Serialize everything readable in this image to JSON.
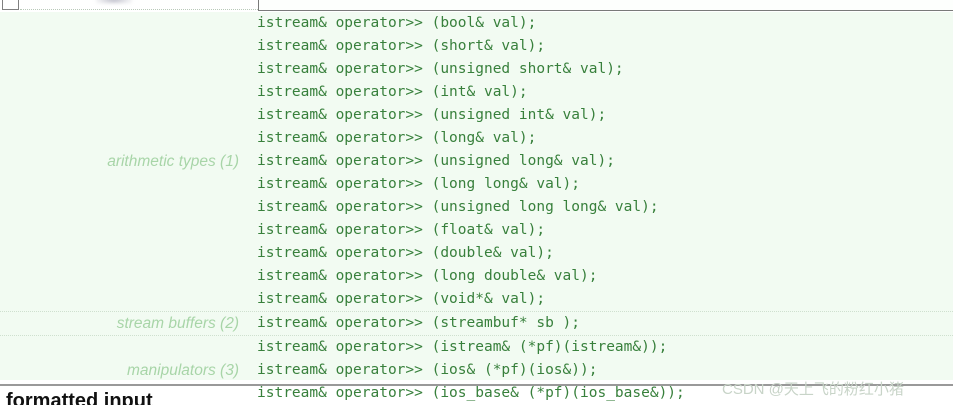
{
  "page": {
    "background_color": "#f2fbf2",
    "code_color": "#38803c",
    "label_color": "#a8d5a8"
  },
  "reference_table": {
    "name": "istream-operator-extraction-overloads",
    "groups": [
      {
        "label": "arithmetic types (1)",
        "separator_top": false,
        "separator_bottom": false,
        "signatures": [
          "istream& operator>> (bool& val);",
          "istream& operator>> (short& val);",
          "istream& operator>> (unsigned short& val);",
          "istream& operator>> (int& val);",
          "istream& operator>> (unsigned int& val);",
          "istream& operator>> (long& val);",
          "istream& operator>> (unsigned long& val);",
          "istream& operator>> (long long& val);",
          "istream& operator>> (unsigned long long& val);",
          "istream& operator>> (float& val);",
          "istream& operator>> (double& val);",
          "istream& operator>> (long double& val);",
          "istream& operator>> (void*& val);"
        ]
      },
      {
        "label": "stream buffers (2)",
        "separator_top": true,
        "separator_bottom": true,
        "signatures": [
          "istream& operator>> (streambuf* sb );"
        ]
      },
      {
        "label": "manipulators (3)",
        "separator_top": false,
        "separator_bottom": false,
        "signatures": [
          "istream& operator>> (istream& (*pf)(istream&));",
          "istream& operator>> (ios& (*pf)(ios&));",
          "istream& operator>> (ios_base& (*pf)(ios_base&));"
        ]
      }
    ]
  },
  "section_heading": "formatted input",
  "watermark": "CSDN @天上飞的粉红小猪"
}
